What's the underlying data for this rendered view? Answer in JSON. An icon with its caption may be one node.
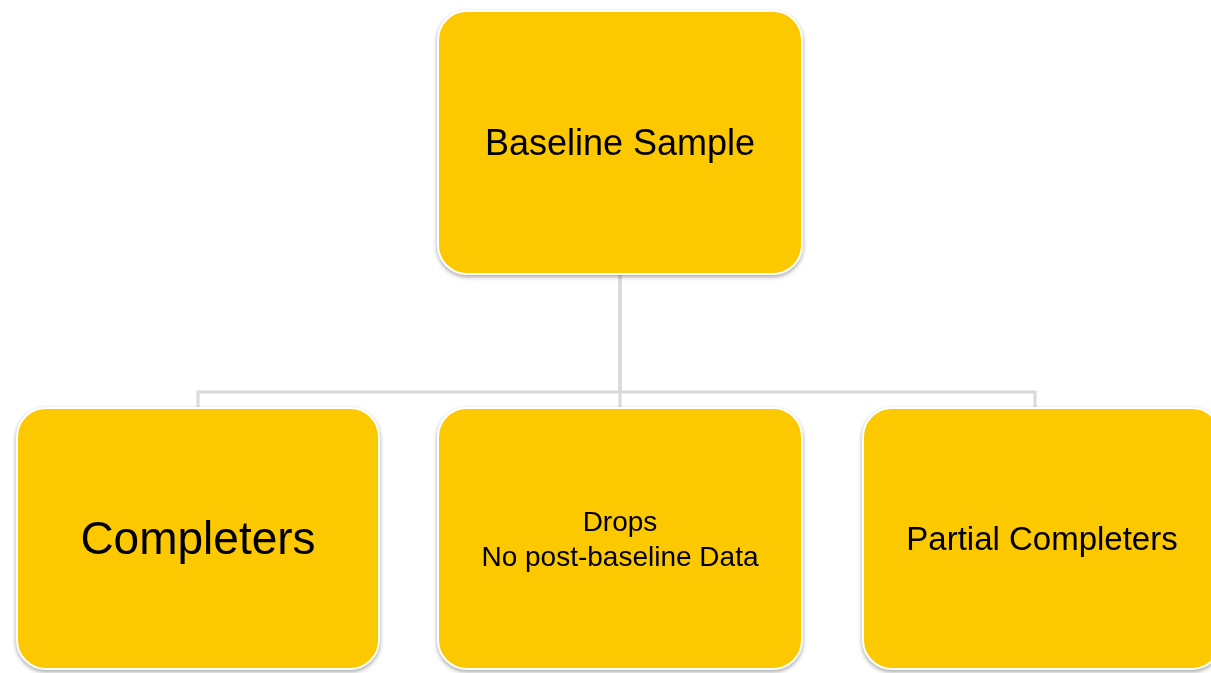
{
  "diagram": {
    "nodes": [
      {
        "text": [
          "Baseline Sample"
        ]
      },
      {
        "text": [
          "Completers"
        ]
      },
      {
        "text": [
          "Drops",
          "No post-baseline Data"
        ]
      },
      {
        "text": [
          "Partial Completers"
        ]
      }
    ],
    "edges": [
      {
        "from": 0,
        "to": 1,
        "arrow": "none"
      },
      {
        "from": 0,
        "to": 2,
        "arrow": "none"
      },
      {
        "from": 0,
        "to": 3,
        "arrow": "none"
      }
    ]
  }
}
